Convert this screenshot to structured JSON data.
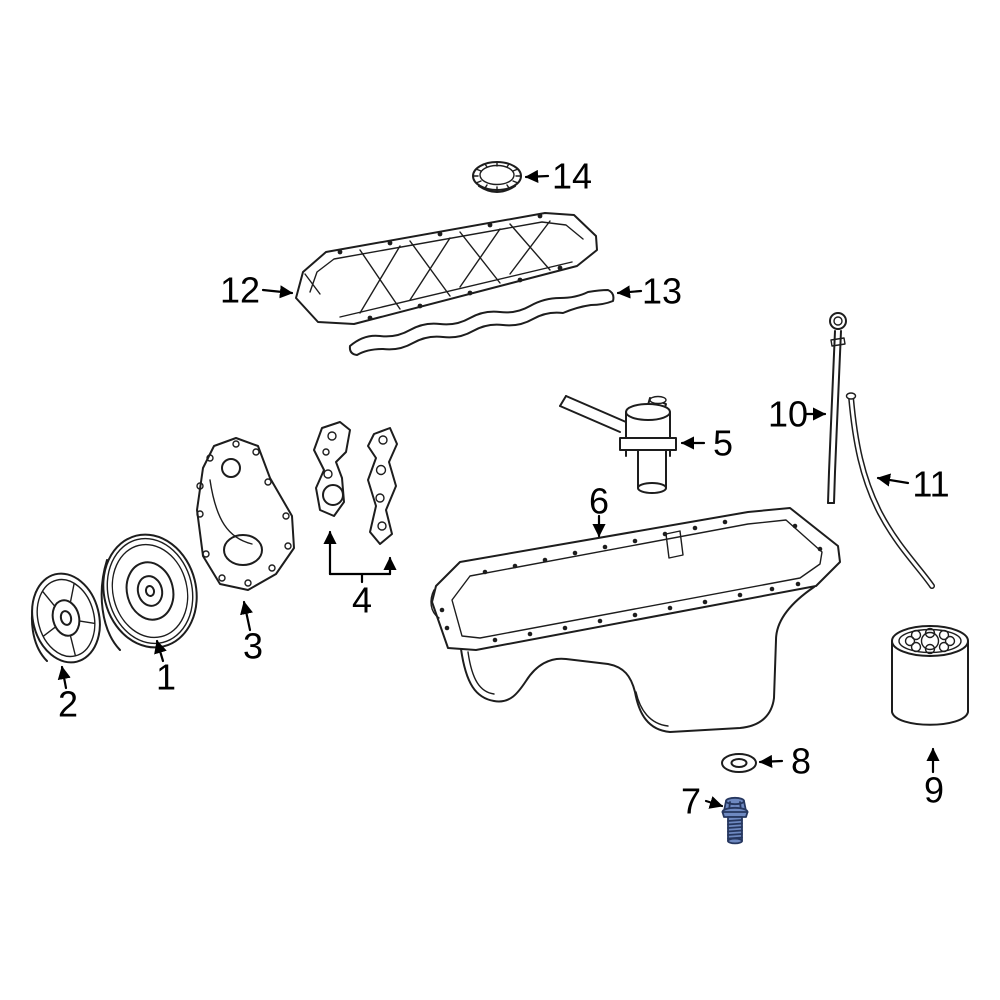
{
  "diagram": {
    "background": "#ffffff",
    "colors": {
      "line": "#1d1d1d",
      "label": "#000000",
      "highlight_fill": "#6e89c1",
      "highlight_stroke": "#26375f"
    }
  },
  "labels": [
    {
      "num": "1"
    },
    {
      "num": "2"
    },
    {
      "num": "3"
    },
    {
      "num": "4"
    },
    {
      "num": "5"
    },
    {
      "num": "6"
    },
    {
      "num": "7"
    },
    {
      "num": "8"
    },
    {
      "num": "9"
    },
    {
      "num": "10"
    },
    {
      "num": "11"
    },
    {
      "num": "12"
    },
    {
      "num": "13"
    },
    {
      "num": "14"
    }
  ]
}
